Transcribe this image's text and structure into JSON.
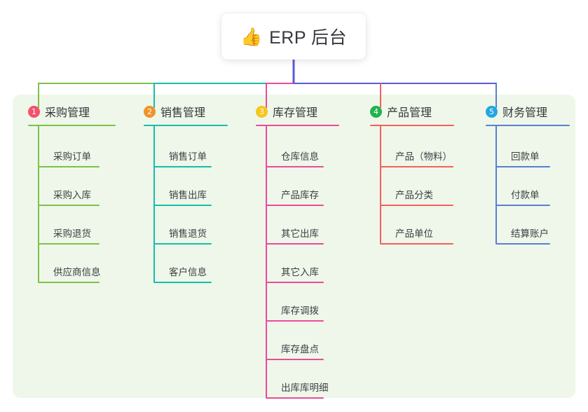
{
  "root": {
    "icon": "thumbs-up-emoji",
    "icon_glyph": "👍",
    "title": "ERP 后台"
  },
  "theme": {
    "page_background": "#ffffff",
    "panel_background": "#eef7e9",
    "card_background": "#ffffff",
    "text_color": "#35373b",
    "root_stem_color": "#5b5bd6"
  },
  "columns": [
    {
      "index": "1",
      "title": "采购管理",
      "badge_color": "#f4516c",
      "line_color": "#7dc24b",
      "items": [
        {
          "label": "采购订单"
        },
        {
          "label": "采购入库"
        },
        {
          "label": "采购退货"
        },
        {
          "label": "供应商信息"
        }
      ]
    },
    {
      "index": "2",
      "title": "销售管理",
      "badge_color": "#f0922b",
      "line_color": "#18bdab",
      "items": [
        {
          "label": "销售订单"
        },
        {
          "label": "销售出库"
        },
        {
          "label": "销售退货"
        },
        {
          "label": "客户信息"
        }
      ]
    },
    {
      "index": "3",
      "title": "库存管理",
      "badge_color": "#f6c520",
      "line_color": "#ec4a9b",
      "items": [
        {
          "label": "仓库信息"
        },
        {
          "label": "产品库存"
        },
        {
          "label": "其它出库"
        },
        {
          "label": "其它入库"
        },
        {
          "label": "库存调拨"
        },
        {
          "label": "库存盘点"
        },
        {
          "label": "出库库明细"
        }
      ]
    },
    {
      "index": "4",
      "title": "产品管理",
      "badge_color": "#22b24c",
      "line_color": "#f4605a",
      "items": [
        {
          "label": "产品（物料）"
        },
        {
          "label": "产品分类"
        },
        {
          "label": "产品单位"
        }
      ]
    },
    {
      "index": "5",
      "title": "财务管理",
      "badge_color": "#22a7e0",
      "line_color": "#5a7fd4",
      "items": [
        {
          "label": "回款单"
        },
        {
          "label": "付款单"
        },
        {
          "label": "结算账户"
        }
      ]
    }
  ]
}
